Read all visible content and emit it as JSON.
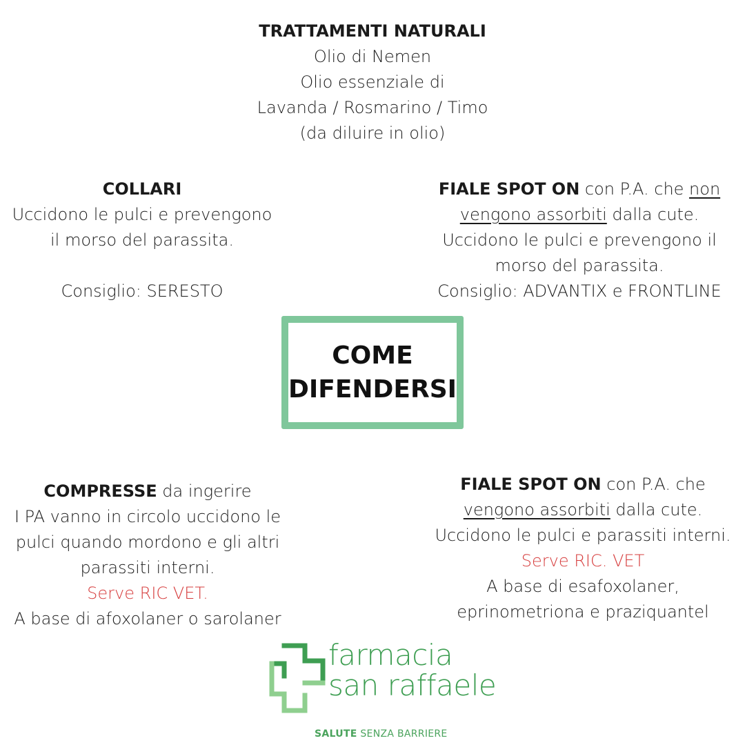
{
  "natural": {
    "title": "TRATTAMENTI NATURALI",
    "line1": "Olio di Nemen",
    "line2": "Olio essenziale di",
    "line3": "Lavanda / Rosmarino / Timo",
    "line4": "(da diluire in olio)"
  },
  "collars": {
    "title": "COLLARI",
    "line1": "Uccidono le pulci e prevengono",
    "line2": "il morso del parassita.",
    "advice": "Consiglio: SERESTO"
  },
  "spot_on_1": {
    "title": "FIALE SPOT ON",
    "text1": " con P.A. che ",
    "under1": "non",
    "under2": "vengono assorbiti",
    "text2": " dalla cute.",
    "line3": "Uccidono le pulci e prevengono il",
    "line4": "morso del parassita.",
    "advice": "Consiglio: ADVANTIX  e FRONTLINE"
  },
  "center": {
    "line1": "COME",
    "line2": "DIFENDERSI"
  },
  "tablets": {
    "title": "COMPRESSE",
    "text1": " da ingerire",
    "line2": "I PA vanno in circolo uccidono le",
    "line3": "pulci quando mordono e gli altri",
    "line4": "parassiti interni.",
    "prescription": "Serve RIC VET.",
    "line6": "A base di afoxolaner o sarolaner"
  },
  "spot_on_2": {
    "title": "FIALE SPOT ON",
    "text1": " con P.A. che",
    "under1": "vengono assorbiti",
    "text2": " dalla cute.",
    "line3": "Uccidono le pulci e parassiti interni.",
    "prescription": "Serve RIC. VET",
    "line5": "A base di esafoxolaner,",
    "line6": "eprinometriona e praziquantel"
  },
  "logo": {
    "line1": "farmacia",
    "line2": "san raffaele",
    "tagline_bold": "SALUTE",
    "tagline_rest": " SENZA BARRIERE",
    "color_dark": "#3e9e52",
    "color_light": "#8fcf8f"
  },
  "colors": {
    "accent_green": "#7fc79b",
    "warning_red": "#d63c3c"
  }
}
